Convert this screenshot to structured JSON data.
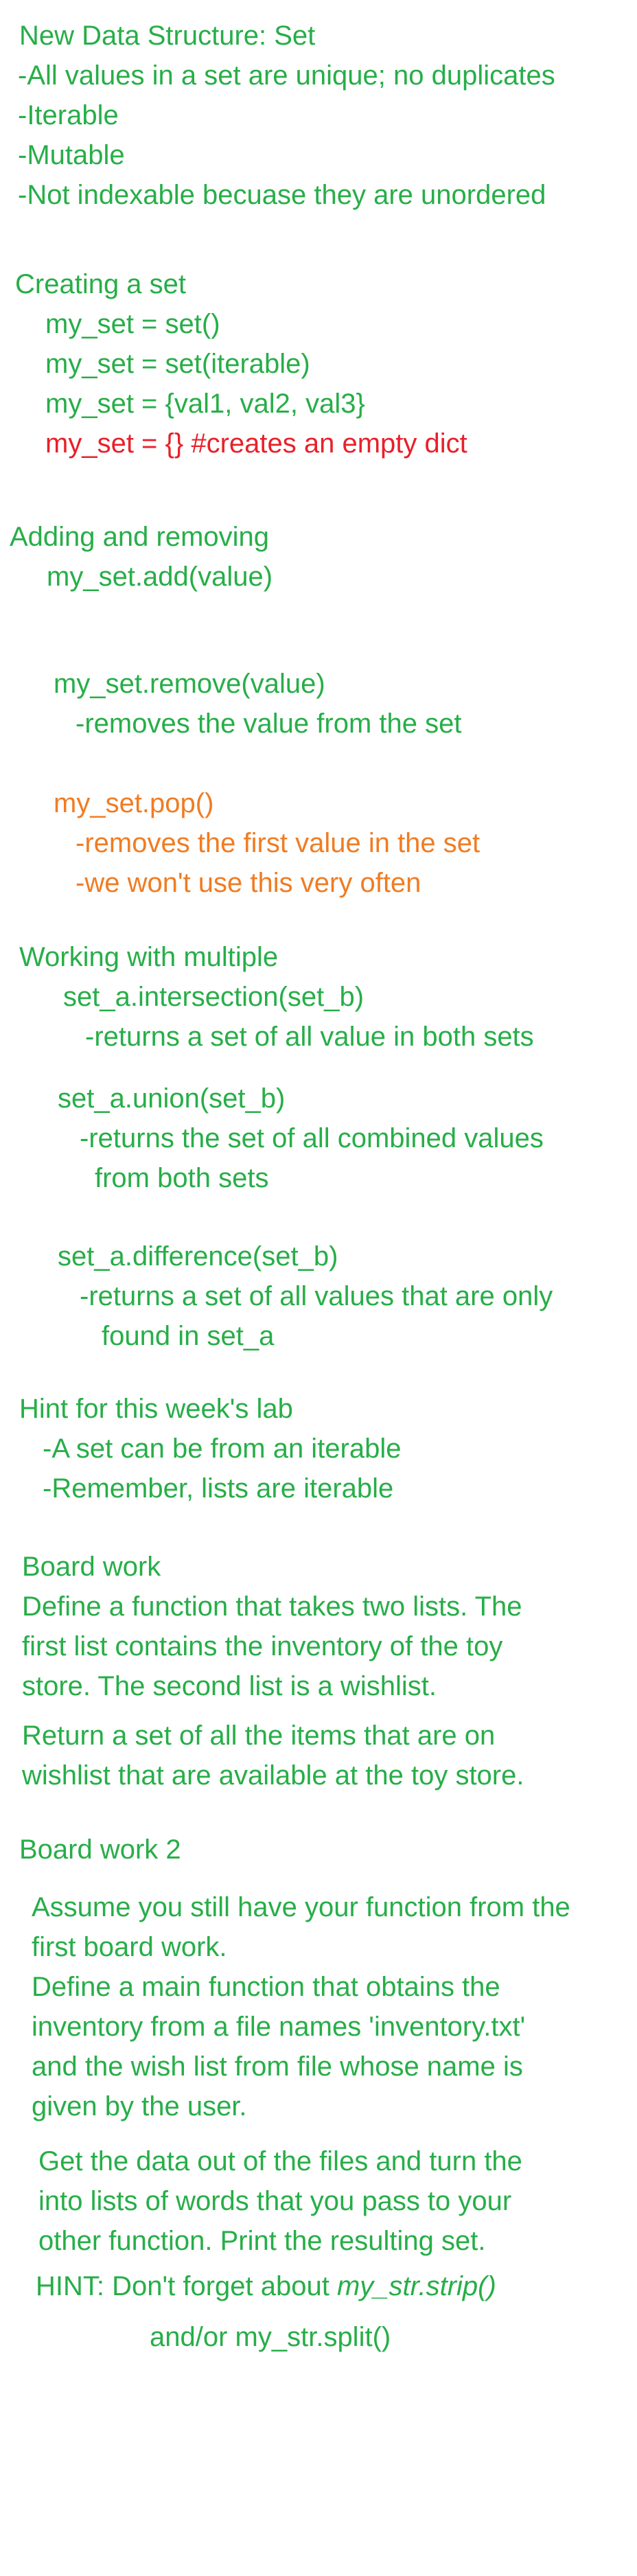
{
  "colors": {
    "green": "#27ae48",
    "red": "#e8202a",
    "orange": "#f07c23",
    "background": "#ffffff"
  },
  "intro": {
    "title": "New Data Structure: Set",
    "points": [
      "-All values in a set are unique; no duplicates",
      "-Iterable",
      "-Mutable",
      "-Not indexable becuase they are unordered"
    ]
  },
  "creating": {
    "heading": "Creating a set",
    "lines": [
      "my_set = set()",
      "my_set = set(iterable)",
      "my_set = {val1, val2, val3}"
    ],
    "warning": "my_set = {} #creates an empty dict"
  },
  "adding_removing": {
    "heading": "Adding and removing",
    "add": "my_set.add(value)",
    "remove": "my_set.remove(value)",
    "remove_desc": "-removes the value from the set",
    "pop": "my_set.pop()",
    "pop_desc_1": "-removes the first value in the set",
    "pop_desc_2": "-we won't use this very often"
  },
  "multiple": {
    "heading": "Working with multiple",
    "intersection": "set_a.intersection(set_b)",
    "intersection_desc": "-returns a set of all value in both sets",
    "union": "set_a.union(set_b)",
    "union_desc_1": "-returns the set of all combined values",
    "union_desc_2": "from both sets",
    "difference": "set_a.difference(set_b)",
    "difference_desc_1": "-returns a set of all values that are only",
    "difference_desc_2": "found in set_a"
  },
  "hint": {
    "heading": "Hint for this week's lab",
    "line_1": "-A set can be from an iterable",
    "line_2": "-Remember, lists are iterable"
  },
  "board_work": {
    "heading": "Board work",
    "para_1": [
      "Define a function that takes two lists. The",
      "first list contains the inventory of the toy",
      "store. The second list is a wishlist."
    ],
    "para_2": [
      "Return a set of all the items that are on",
      "wishlist that are available at the toy store."
    ]
  },
  "board_work_2": {
    "heading": "Board work 2",
    "para_1": [
      "Assume you still have your function from the",
      "first board work.",
      "Define a main function that obtains the",
      "inventory from a file names 'inventory.txt'",
      "and the wish list from file whose name is",
      "given by the user."
    ],
    "para_2": [
      "Get the data out of the files and turn the",
      "into lists of words that you pass to your",
      "other function. Print the resulting set."
    ],
    "hint_prefix": "HINT: Don't forget about ",
    "hint_code": "my_str.strip()",
    "hint_line_2": "and/or my_str.split()"
  }
}
